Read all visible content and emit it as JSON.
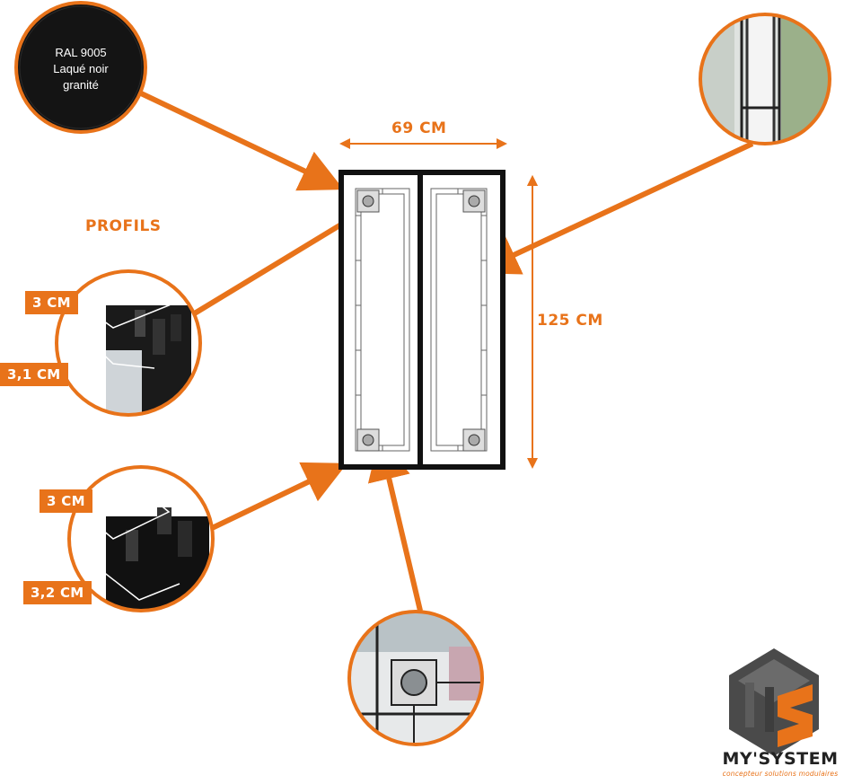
{
  "swatch": {
    "line1": "RAL 9005",
    "line2": "Laqué noir",
    "line3": "granité"
  },
  "section_title": "PROFILS",
  "dimensions": {
    "width": "69 CM",
    "height": "125 CM"
  },
  "profile_top": {
    "width_label": "3 CM",
    "depth_label": "3,1 CM"
  },
  "profile_bottom": {
    "width_label": "3 CM",
    "depth_label": "3,2 CM"
  },
  "brand": {
    "name": "MY'SYSTEM",
    "tagline": "concepteur solutions modulaires"
  },
  "colors": {
    "accent": "#E8731A",
    "frame": "#111111",
    "swatch": "#141414"
  }
}
